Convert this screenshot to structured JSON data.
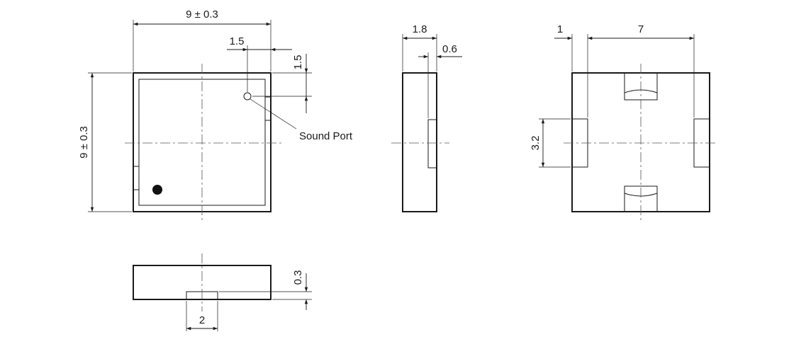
{
  "top_view": {
    "width_label": "9 ± 0.3",
    "height_label": "9 ± 0.3",
    "port_offset_x_label": "1.5",
    "port_offset_y_label": "1.5",
    "port_callout": "Sound Port"
  },
  "side_view": {
    "width_label": "1.8",
    "pad_label": "0.6"
  },
  "bottom_view": {
    "left_label": "1",
    "span_label": "7",
    "pad_height_label": "3.2"
  },
  "front_view": {
    "pad_height_label": "0.3",
    "pad_width_label": "2"
  }
}
